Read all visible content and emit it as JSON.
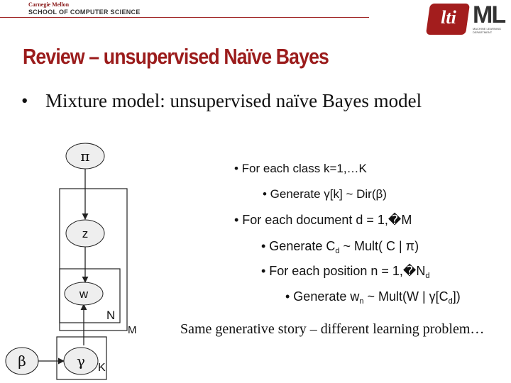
{
  "header": {
    "university": "Carnegie Mellon",
    "school": "SCHOOL OF COMPUTER SCIENCE",
    "logo_lti": "lti",
    "logo_ml": "ML",
    "logo_ml_sub": "MACHINE LEARNING DEPARTMENT"
  },
  "slide": {
    "title": "Review – unsupervised Naïve Bayes",
    "bullet": "Mixture model: unsupervised naïve Bayes model"
  },
  "diagram": {
    "nodes": {
      "pi": "π",
      "z": "z",
      "w": "w",
      "beta": "β",
      "gamma": "γ"
    },
    "plates": {
      "n": "N",
      "m": "M",
      "k": "K"
    }
  },
  "story": {
    "l1": "• For each class k=1,…K",
    "l2": "• Generate γ[k] ~ Dir(β)",
    "l3": "• For each document d = 1,�M",
    "l4a": "• Generate C",
    "l4sub": "d",
    "l4b": " ~ Mult( C | π)",
    "l5a": "• For each position n = 1,�N",
    "l5sub": "d",
    "l6a": "• Generate w",
    "l6sub": "n",
    "l6b": " ~ Mult(W | γ[C",
    "l6sub2": "d",
    "l6c": "])"
  },
  "note": "Same generative story – different learning problem…",
  "colors": {
    "accent": "#9b1c1c",
    "node_fill": "#eeeeee"
  }
}
